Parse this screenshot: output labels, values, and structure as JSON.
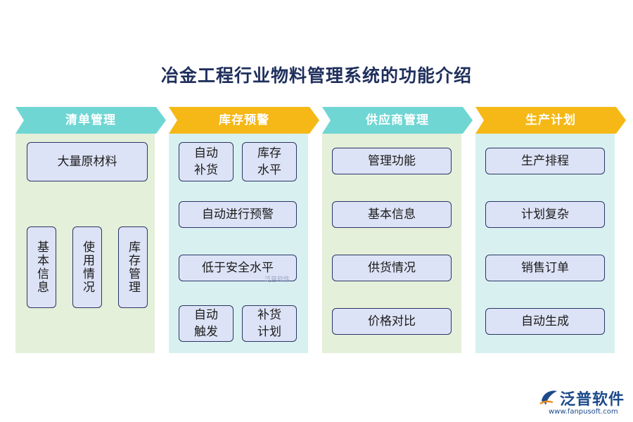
{
  "title": "冶金工程行业物料管理系统的功能介绍",
  "colors": {
    "cyan_header": "#6fd6d3",
    "gold_header": "#f5b816",
    "green_bg": "#e4f0d9",
    "cyan_bg": "#d8f1f0",
    "box_fill": "#dde3f6",
    "box_border": "#2a3566"
  },
  "columns": [
    {
      "header": "清单管理",
      "top_box": "大量原材料",
      "vertical_boxes": [
        "基本信息",
        "使用情况",
        "库存管理"
      ]
    },
    {
      "header": "库存预警",
      "pair1": [
        "自动\n补货",
        "库存\n水平"
      ],
      "wide1": "自动进行预警",
      "wide2": "低于安全水平",
      "pair2": [
        "自动\n触发",
        "补货\n计划"
      ]
    },
    {
      "header": "供应商管理",
      "items": [
        "管理功能",
        "基本信息",
        "供货情况",
        "价格对比"
      ]
    },
    {
      "header": "生产计划",
      "items": [
        "生产排程",
        "计划复杂",
        "销售订单",
        "自动生成"
      ]
    }
  ],
  "watermark": "泛普软件",
  "logo": {
    "name": "泛普软件",
    "url": "www.fanpusoft.com",
    "icon": "fanpu-logo-icon"
  }
}
